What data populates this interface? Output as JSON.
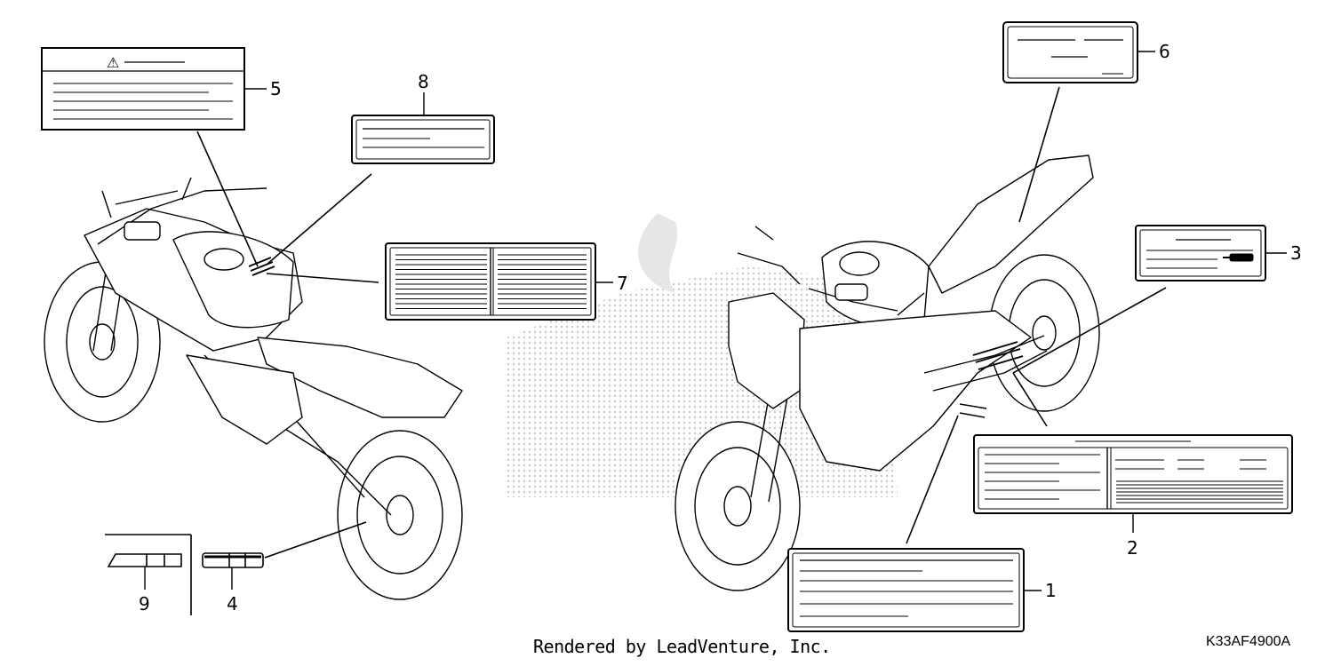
{
  "callouts": {
    "c1": "1",
    "c2": "2",
    "c3": "3",
    "c4": "4",
    "c5": "5",
    "c6": "6",
    "c7": "7",
    "c8": "8",
    "c9": "9"
  },
  "footer": {
    "credit": "Rendered by LeadVenture, Inc.",
    "diagram_code": "K33AF4900A"
  },
  "warning_symbol": "⚠",
  "icons": [
    "motorcycle-left-view-icon",
    "motorcycle-right-view-icon",
    "watermark-logo-icon"
  ],
  "colors": {
    "line": "#000000",
    "background": "#ffffff",
    "watermark": "#d0d0d0"
  }
}
